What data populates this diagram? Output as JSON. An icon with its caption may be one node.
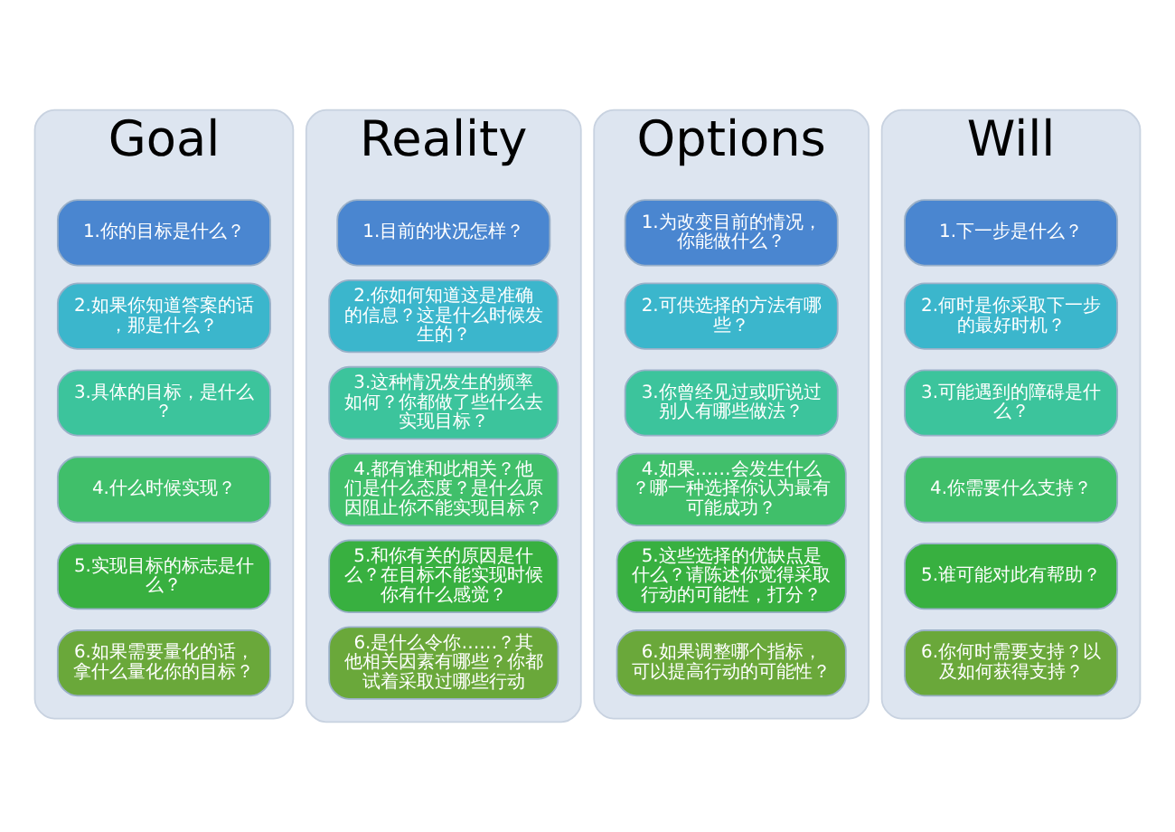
{
  "diagram": {
    "nodes": [
      {
        "text": [
          "Goal"
        ]
      },
      {
        "text": [
          "1.你的目标是什么？"
        ],
        "in": 0
      },
      {
        "text": [
          "2.如果你知道答案的话，那是什么？"
        ],
        "in": 0
      },
      {
        "text": [
          "3.具体的目标，是什么？"
        ],
        "in": 0
      },
      {
        "text": [
          "4.什么时候实现？"
        ],
        "in": 0
      },
      {
        "text": [
          "5.实现目标的标志是什么？"
        ],
        "in": 0
      },
      {
        "text": [
          "6.如果需要量化的话，拿什么量化你的目标？"
        ],
        "in": 0
      },
      {
        "text": [
          "Reality"
        ]
      },
      {
        "text": [
          "1.目前的状况怎样？"
        ],
        "in": 7
      },
      {
        "text": [
          "2.你如何知道这是准确的信息？这是什么时候发生的？"
        ],
        "in": 7
      },
      {
        "text": [
          "3.这种情况发生的频率如何？你都做了些什么去实现目标？"
        ],
        "in": 7
      },
      {
        "text": [
          "4.都有谁和此相关？他们是什么态度？是什么原因阻止你不能实现目标？"
        ],
        "in": 7
      },
      {
        "text": [
          "5.和你有关的原因是什么？在目标不能实现时候你有什么感觉？"
        ],
        "in": 7
      },
      {
        "text": [
          "6.是什么令你……？其他相关因素有哪些？你都试着采取过哪些行动"
        ],
        "in": 7
      },
      {
        "text": [
          "Options"
        ]
      },
      {
        "text": [
          "1.为改变目前的情况，你能做什么？"
        ],
        "in": 14
      },
      {
        "text": [
          "2.可供选择的方法有哪些？"
        ],
        "in": 14
      },
      {
        "text": [
          "3.你曾经见过或听说过别人有哪些做法？"
        ],
        "in": 14
      },
      {
        "text": [
          "4.如果……会发生什么？哪一种选择你认为最有可能成功？"
        ],
        "in": 14
      },
      {
        "text": [
          "5.这些选择的优缺点是什么？请陈述你觉得采取行动的可能性，打分？"
        ],
        "in": 14
      },
      {
        "text": [
          "6.如果调整哪个指标，可以提高行动的可能性？"
        ],
        "in": 14
      },
      {
        "text": [
          "Will"
        ]
      },
      {
        "text": [
          "1.下一步是什么？"
        ],
        "in": 21
      },
      {
        "text": [
          "2.何时是你采取下一步的最好时机？"
        ],
        "in": 21
      },
      {
        "text": [
          "3.可能遇到的障碍是什么？"
        ],
        "in": 21
      },
      {
        "text": [
          "4.你需要什么支持？"
        ],
        "in": 21
      },
      {
        "text": [
          "5.谁可能对此有帮助？"
        ],
        "in": 21
      },
      {
        "text": [
          "6.你何时需要支持？以及如何获得支持？"
        ],
        "in": 21
      }
    ]
  }
}
